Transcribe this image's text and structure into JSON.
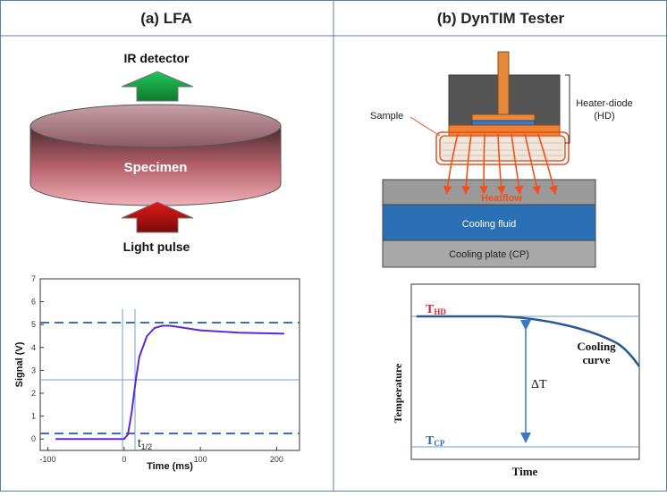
{
  "panel_a": {
    "title": "(a) LFA",
    "ir_label": "IR detector",
    "specimen_label": "Specimen",
    "pulse_label": "Light pulse",
    "plot": {
      "ylabel": "Signal (V)",
      "xlabel": "Time (ms)",
      "xticks": [
        "-100",
        "0",
        "100",
        "200"
      ],
      "yticks": [
        "0",
        "1",
        "2",
        "3",
        "4",
        "5",
        "6",
        "7"
      ],
      "t_half_main": "t",
      "t_half_sub": "1/2"
    }
  },
  "panel_b": {
    "title": "(b) DynTIM Tester",
    "sample_label": "Sample",
    "heater_label_line1": "Heater-diode",
    "heater_label_line2": "(HD)",
    "heatflow_label": "Heatflow",
    "fluid_label": "Cooling fluid",
    "plate_label": "Cooling plate (CP)",
    "curve": {
      "thd_main": "T",
      "thd_sub": "HD",
      "tcp_main": "T",
      "tcp_sub": "CP",
      "delta_label": "ΔT",
      "curve_line1": "Cooling",
      "curve_line2": "curve",
      "ylabel": "Temperature",
      "xlabel": "Time"
    }
  },
  "chart_data": {
    "type": "line",
    "xlabel": "Time (ms)",
    "ylabel": "Signal (V)",
    "xlim": [
      -110,
      230
    ],
    "ylim": [
      -0.5,
      7
    ],
    "x": [
      -90,
      -50,
      0,
      5,
      10,
      15,
      20,
      30,
      40,
      50,
      60,
      80,
      100,
      150,
      210
    ],
    "series": [
      {
        "values": [
          0,
          0,
          0,
          0.2,
          1.2,
          2.5,
          3.6,
          4.5,
          4.85,
          4.95,
          4.95,
          4.85,
          4.75,
          4.65,
          4.6
        ]
      }
    ]
  }
}
